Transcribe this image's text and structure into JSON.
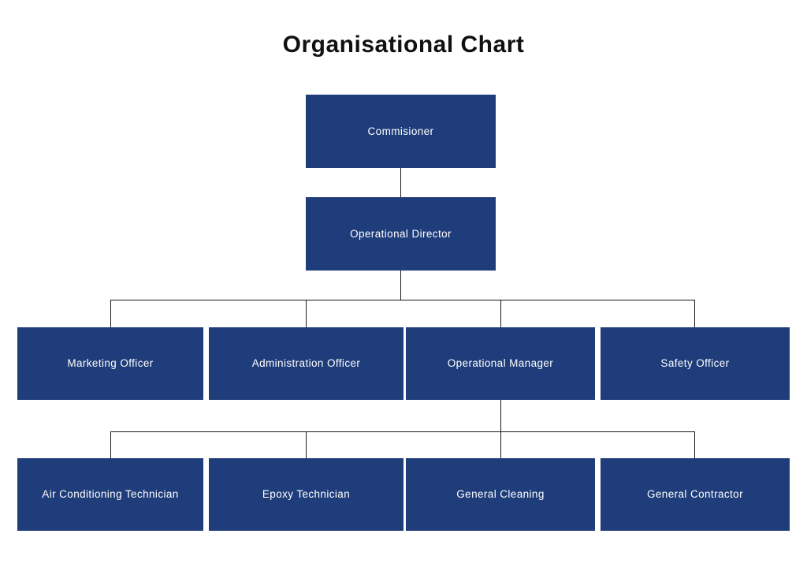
{
  "title": "Organisational Chart",
  "colors": {
    "box_fill": "#1f3d7a",
    "box_text": "#ffffff",
    "line": "#1a1a1a",
    "background": "#ffffff"
  },
  "nodes": {
    "commissioner": "Commisioner",
    "operational_director": "Operational Director",
    "level3": [
      "Marketing Officer",
      "Administration Officer",
      "Operational Manager",
      "Safety Officer"
    ],
    "level4": [
      "Air Conditioning Technician",
      "Epoxy Technician",
      "General Cleaning",
      "General Contractor"
    ]
  }
}
